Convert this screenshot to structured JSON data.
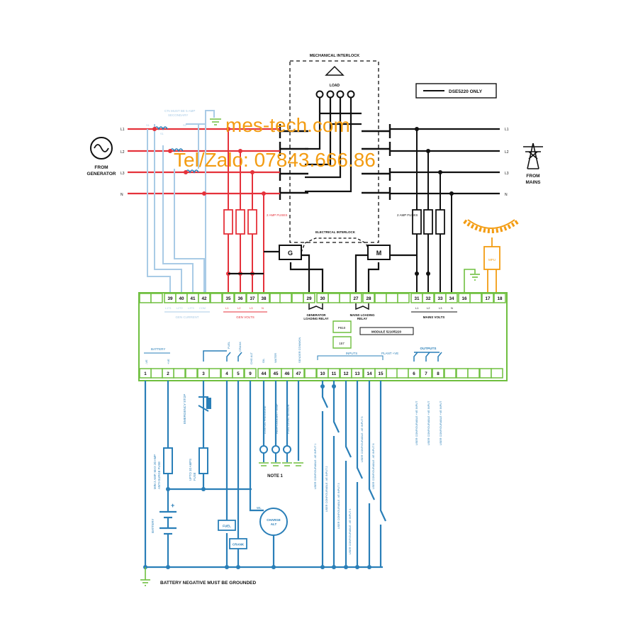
{
  "header": {
    "mechanical_interlock": "MECHANICAL INTERLOCK",
    "load": "LOAD",
    "legend": "DSE5220 ONLY",
    "electrical_interlock": "ELECTRICAL INTERLOCK"
  },
  "watermark": {
    "line1": "mes-tech.com",
    "line2": "Tel/Zalo: 07843.666.86"
  },
  "generator": {
    "label1": "FROM",
    "label2": "GENERATOR",
    "ct_note1": "CTs MUST BE 5 AMP",
    "ct_note2": "SECONDARY",
    "ct_tags": [
      "S1",
      "S1",
      "S2"
    ],
    "lines": [
      "L1",
      "L2",
      "L3",
      "N"
    ],
    "fuses": "2 AMP\nFUSES",
    "contactor": "G"
  },
  "mains": {
    "label1": "FROM",
    "label2": "MAINS",
    "lines": [
      "L1",
      "L2",
      "L3",
      "N"
    ],
    "fuses": "2 AMP\nFUSES",
    "contactor": "M",
    "mpu": "MPU"
  },
  "terminals": {
    "top": [
      "39",
      "40",
      "41",
      "42",
      "35",
      "36",
      "37",
      "38",
      "29",
      "30",
      "27",
      "28",
      "31",
      "32",
      "33",
      "34",
      "16",
      "17",
      "18"
    ],
    "bottom": [
      "1",
      "2",
      "3",
      "4",
      "5",
      "9",
      "44",
      "45",
      "46",
      "47",
      "10",
      "11",
      "12",
      "13",
      "14",
      "15",
      "6",
      "7",
      "8"
    ]
  },
  "module": {
    "gen_current_sub": [
      "L1T1",
      "L2T2",
      "L3T3",
      "COM"
    ],
    "gen_current": "GEN CURRENT",
    "gen_volts_sub": [
      "L1",
      "L2",
      "L3",
      "N"
    ],
    "gen_volts": "GEN VOLTS",
    "gen_loading_relay": "GENERATOR\nLOADING RELAY",
    "mains_loading_relay": "MAINS LOADING\nRELAY",
    "mains_volts_sub": [
      "L1",
      "L2",
      "L3",
      "N"
    ],
    "mains_volts": "MAINS VOLTS",
    "p810": "P810",
    "p157": "157",
    "module_name": "MODULE 5210/5220",
    "battery": "BATTERY",
    "battery_neg": "-VE",
    "battery_pos": "+VE",
    "fuel": "FUEL",
    "crank": "CRANK",
    "charge_alt": "CHG ALT",
    "oil": "OIL",
    "water": "WATER",
    "sender_common": "SENDER COMMON",
    "inputs": "INPUTS",
    "plant_ve": "PLANT +VE",
    "outputs": "OUTPUTS"
  },
  "lower": {
    "emergency_stop": "EMERGENCY STOP",
    "fuse_main": "MIN 2 AMP, MAX 20 AMP\nANTI-SURGE FUSE",
    "fuse_small": "UPTO 10 AMPS\nFUSE",
    "battery": "BATTERY",
    "fuel_box": "FUEL",
    "crank_box": "CRANK",
    "charge_alt": "CHARGE\nALT",
    "wl": "WL",
    "senders": [
      "LOW OIL PRESSURE",
      "HIGH COOLANT TEMP",
      "FUEL LEVEL SENSOR"
    ],
    "note": "NOTE 1",
    "inputs": [
      "USER CONFIGURABLE -VE INPUT 1",
      "USER CONFIGURABLE -VE INPUT 2",
      "USER CONFIGURABLE -VE INPUT 3",
      "USER CONFIGURABLE -VE INPUT 4",
      "USER CONFIGURABLE -VE INPUT 5",
      "USER CONFIGURABLE -VE INPUT 6"
    ],
    "outputs": [
      "USER CONFIGURABLE +VE INPUT",
      "USER CONFIGURABLE +VE INPUT",
      "USER CONFIGURABLE +VE INPUT"
    ],
    "ground_note": "BATTERY NEGATIVE MUST BE GROUNDED"
  },
  "colors": {
    "red": "#e5323b",
    "blue": "#2a7fb8",
    "lightblue": "#a9cbe6",
    "green": "#6fbf3f",
    "orange": "#f39c12",
    "black": "#111111"
  }
}
